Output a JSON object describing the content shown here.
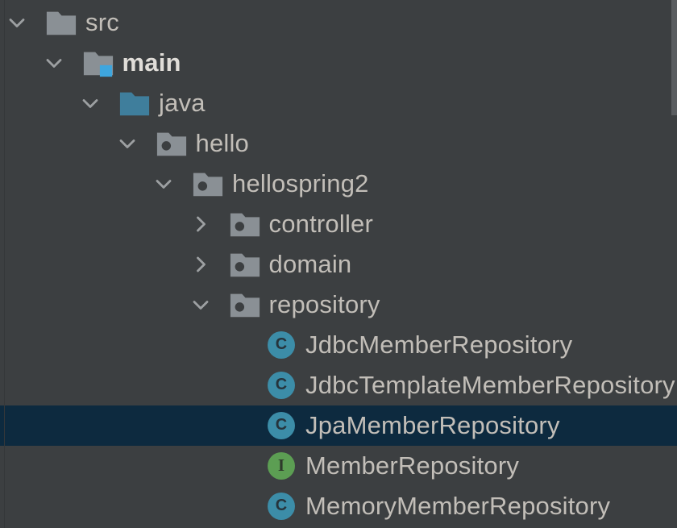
{
  "colors": {
    "background": "#3C3F41",
    "selection_background": "#0D2A3F",
    "text": "#C2BEB8",
    "bold_text": "#E0DDD8",
    "chevron": "#9DA0A2",
    "folder": "#8A9095",
    "java_folder": "#3F7E9C",
    "class_icon": "#3C8DA8",
    "interface_icon": "#5C9E53",
    "sources_root_marker": "#3EA6DE",
    "scrollbar_thumb": "#5A5D60",
    "edge_line": "#343739"
  },
  "icon_letters": {
    "class": "C",
    "interface": "I"
  },
  "tree": {
    "rows": [
      {
        "label": "src",
        "level": 0,
        "state": "expanded",
        "icon": "folder",
        "bold": false,
        "selected": false
      },
      {
        "label": "main",
        "level": 1,
        "state": "expanded",
        "icon": "sources-root",
        "bold": true,
        "selected": false
      },
      {
        "label": "java",
        "level": 2,
        "state": "expanded",
        "icon": "folder-java",
        "bold": false,
        "selected": false
      },
      {
        "label": "hello",
        "level": 3,
        "state": "expanded",
        "icon": "package",
        "bold": false,
        "selected": false
      },
      {
        "label": "hellospring2",
        "level": 4,
        "state": "expanded",
        "icon": "package",
        "bold": false,
        "selected": false
      },
      {
        "label": "controller",
        "level": 5,
        "state": "collapsed",
        "icon": "package",
        "bold": false,
        "selected": false
      },
      {
        "label": "domain",
        "level": 5,
        "state": "collapsed",
        "icon": "package",
        "bold": false,
        "selected": false
      },
      {
        "label": "repository",
        "level": 5,
        "state": "expanded",
        "icon": "package",
        "bold": false,
        "selected": false
      },
      {
        "label": "JdbcMemberRepository",
        "level": 6,
        "state": "none",
        "icon": "class",
        "bold": false,
        "selected": false
      },
      {
        "label": "JdbcTemplateMemberRepository",
        "level": 6,
        "state": "none",
        "icon": "class",
        "bold": false,
        "selected": false
      },
      {
        "label": "JpaMemberRepository",
        "level": 6,
        "state": "none",
        "icon": "class",
        "bold": false,
        "selected": true
      },
      {
        "label": "MemberRepository",
        "level": 6,
        "state": "none",
        "icon": "interface",
        "bold": false,
        "selected": false
      },
      {
        "label": "MemoryMemberRepository",
        "level": 6,
        "state": "none",
        "icon": "class",
        "bold": false,
        "selected": false
      }
    ]
  }
}
